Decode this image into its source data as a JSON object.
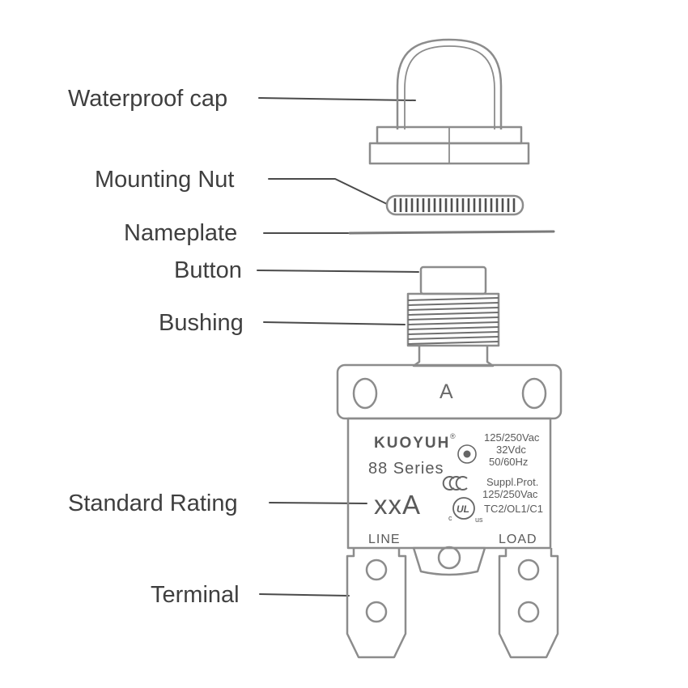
{
  "colors": {
    "drawing_line": "#8c8c8c",
    "leader_line": "#4a4a4a",
    "label_text": "#3f3f3f",
    "device_text": "#5a5a5a",
    "background": "#ffffff"
  },
  "labels": {
    "waterproof_cap": "Waterproof cap",
    "mounting_nut": "Mounting Nut",
    "nameplate": "Nameplate",
    "button": "Button",
    "bushing": "Bushing",
    "standard_rating": "Standard Rating",
    "terminal": "Terminal"
  },
  "device": {
    "flange_letter": "A",
    "brand": "KUOYUH",
    "brand_mark": "®",
    "series": "88 Series",
    "rating": "xxA",
    "spec_voltage_ac": "125/250Vac",
    "spec_voltage_dc": "32Vdc",
    "spec_frequency": "50/60Hz",
    "suppl_prot_label": "Suppl.Prot.",
    "suppl_prot_rating": "125/250Vac",
    "cert_code": "TC2/OL1/C1",
    "ul_text": "UL",
    "ul_c": "c",
    "ul_us": "us",
    "line_label": "LINE",
    "load_label": "LOAD",
    "icons": {
      "tuv": "tuv-certification-logo",
      "ccc": "ccc-certification-logo",
      "ul": "ul-certification-logo"
    }
  }
}
